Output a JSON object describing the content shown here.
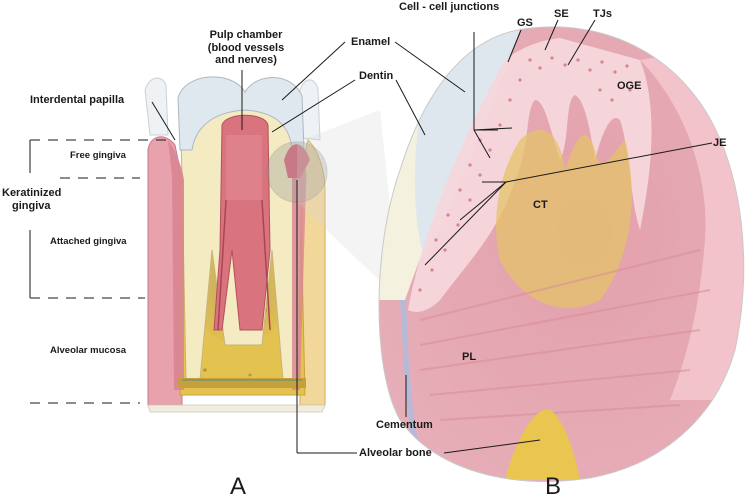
{
  "panels": {
    "a": "A",
    "b": "B"
  },
  "labels": {
    "pulp_chamber_1": "Pulp chamber",
    "pulp_chamber_2": "(blood vessels",
    "pulp_chamber_3": "and nerves)",
    "interdental_papilla": "Interdental papilla",
    "enamel": "Enamel",
    "dentin": "Dentin",
    "free_gingiva": "Free gingiva",
    "keratinized_1": "Keratinized",
    "keratinized_2": "gingiva",
    "attached_gingiva": "Attached gingiva",
    "alveolar_mucosa": "Alveolar mucosa",
    "cell_junctions": "Cell - cell junctions",
    "gs": "GS",
    "se": "SE",
    "tjs": "TJs",
    "oge": "OGE",
    "je": "JE",
    "ct": "CT",
    "pl": "PL",
    "cementum": "Cementum",
    "alveolar_bone": "Alveolar bone"
  },
  "colors": {
    "gingiva": "#e7a2ae",
    "gingiva_light": "#f2c6ce",
    "bone": "#e8c64f",
    "dentin": "#f4ebc2",
    "enamel": "#d9e4ec",
    "pulp": "#d9737e",
    "line": "#1a1a1a"
  }
}
